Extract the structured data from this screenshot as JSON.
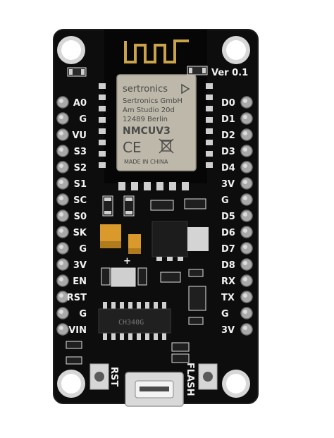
{
  "board": {
    "pcb_color": "#0d0d0d",
    "silkscreen_color": "#f2f2f2",
    "antenna_color": "#c9a24a",
    "version_label": "Ver 0.1",
    "left_pins": [
      "A0",
      "G",
      "VU",
      "S3",
      "S2",
      "S1",
      "SC",
      "S0",
      "SK",
      "G",
      "3V",
      "EN",
      "RST",
      "G",
      "VIN"
    ],
    "right_pins": [
      "D0",
      "D1",
      "D2",
      "D3",
      "D4",
      "3V",
      "G",
      "D5",
      "D6",
      "D7",
      "D8",
      "RX",
      "TX",
      "G",
      "3V"
    ],
    "rst_button_label": "RST",
    "flash_button_label": "FLASH"
  },
  "module": {
    "shield_color": "#bdb8aa",
    "line1": "sertronics",
    "line2": "Sertronics GmbH",
    "line3": "Am Studio 20d",
    "line4": "12489 Berlin",
    "model": "NMCUV3",
    "ce_mark": "CE",
    "made_in": "MADE IN CHINA"
  },
  "chips": {
    "serial_chip_text": "CH340G"
  }
}
